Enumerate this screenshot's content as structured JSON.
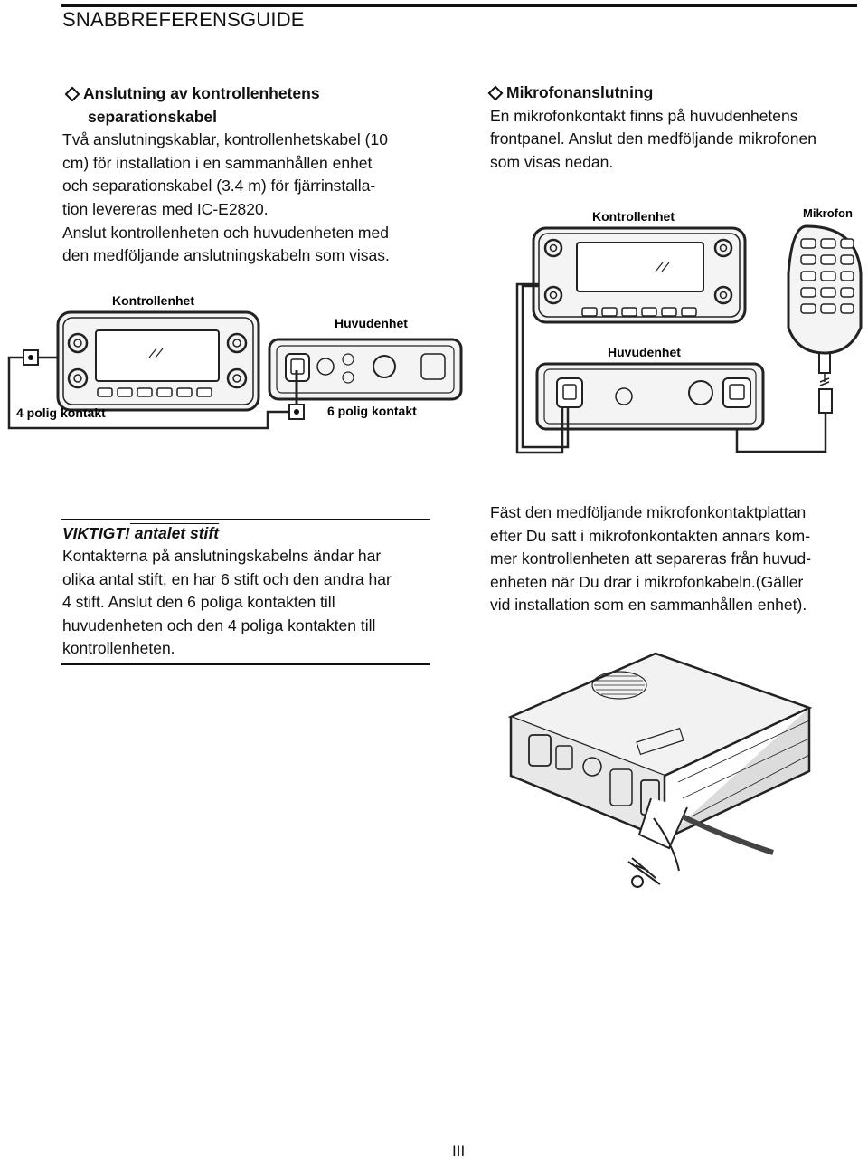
{
  "header": {
    "title": "SNABBREFERENSGUIDE"
  },
  "left_section": {
    "heading_line1": "Anslutning av kontrollenhetens",
    "heading_line2": "separationskabel",
    "lines": [
      "Två anslutningskablar, kontrollenhetskabel (10",
      "cm) för installation i en sammanhållen enhet",
      "och separationskabel (3.4 m) för fjärrinstalla-",
      "tion levereras med IC-E2820.",
      "Anslut kontrollenheten och huvudenheten med",
      "den medföljande anslutningskabeln som visas."
    ]
  },
  "right_section": {
    "heading": "Mikrofonanslutning",
    "lines": [
      "En mikrofonkontakt finns på huvudenhetens",
      "frontpanel. Anslut den medföljande mikrofonen",
      "som visas nedan."
    ]
  },
  "diagram_left": {
    "labels": {
      "control_unit": "Kontrollenhet",
      "main_unit": "Huvudenhet",
      "four_pin": "4 polig kontakt",
      "six_pin": "6 polig kontakt"
    }
  },
  "diagram_right": {
    "labels": {
      "control_unit": "Kontrollenhet",
      "microphone": "Mikrofon",
      "main_unit": "Huvudenhet"
    }
  },
  "important_box": {
    "title_bold": "VIKTIGT!",
    "title_rest": " antalet stift",
    "lines": [
      "Kontakterna på anslutningskabelns ändar har",
      "olika antal stift, en har 6 stift och den andra har",
      "4 stift. Anslut den 6 poliga kontakten till",
      "huvudenheten och den 4 poliga kontakten till",
      "kontrollenheten."
    ]
  },
  "plate_note": {
    "lines": [
      "Fäst den medföljande mikrofonkontaktplattan",
      "efter Du satt i mikrofonkontakten annars kom-",
      "mer kontrollenheten att separeras från huvud-",
      "enheten när Du drar i mikrofonkabeln.(Gäller",
      "vid installation som en sammanhållen enhet)."
    ]
  },
  "footer": {
    "page_number": "III"
  }
}
